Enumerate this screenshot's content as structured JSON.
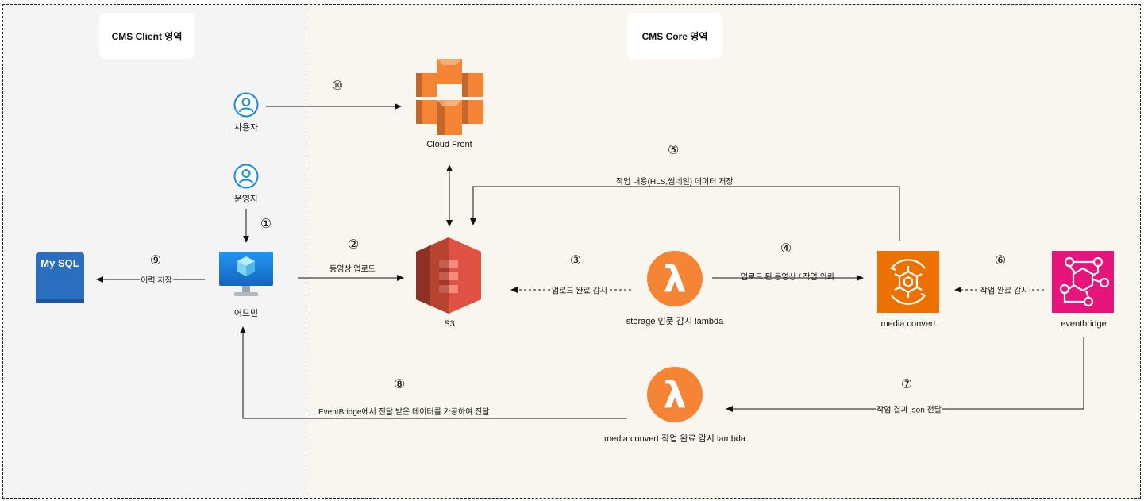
{
  "regions": {
    "client_title": "CMS Client 영역",
    "core_title": "CMS Core 영역"
  },
  "nodes": {
    "mysql": "My SQL",
    "user": "사용자",
    "operator": "운영자",
    "admin": "어드민",
    "cloudfront": "Cloud Front",
    "s3": "S3",
    "storage_lambda": "storage 인풋 감시 lambda",
    "media_convert": "media convert",
    "eventbridge": "eventbridge",
    "complete_lambda": "media convert 작업 완료 감시 lambda"
  },
  "steps": {
    "s1": "①",
    "s2": "②",
    "s3": "③",
    "s4": "④",
    "s5": "⑤",
    "s6": "⑥",
    "s7": "⑦",
    "s8": "⑧",
    "s9": "⑨",
    "s10": "⑩"
  },
  "edges": {
    "upload_video": "동영상 업로드",
    "watch_upload": "업로드 완료 감시",
    "uploaded_request": "업로드 된 동영상 / 작업 의뢰",
    "save_result": "작업 내용(HLS,썸네일) 데이터 저장",
    "watch_job": "작업 완료 감시",
    "deliver_json": "작업 결과 json 전달",
    "deliver_processed": "EventBridge에서 전달 받은 데이터를 가공하여 전달",
    "save_history": "이력 저장"
  },
  "colors": {
    "aws_orange": "#f58534",
    "aws_red": "#e05243",
    "mediaconvert": "#ed7100",
    "eventbridge": "#e7157b",
    "admin_blue": "#1e88e5",
    "user_blue": "#1a8cd8",
    "mysql_blue": "#2a6fbf"
  }
}
